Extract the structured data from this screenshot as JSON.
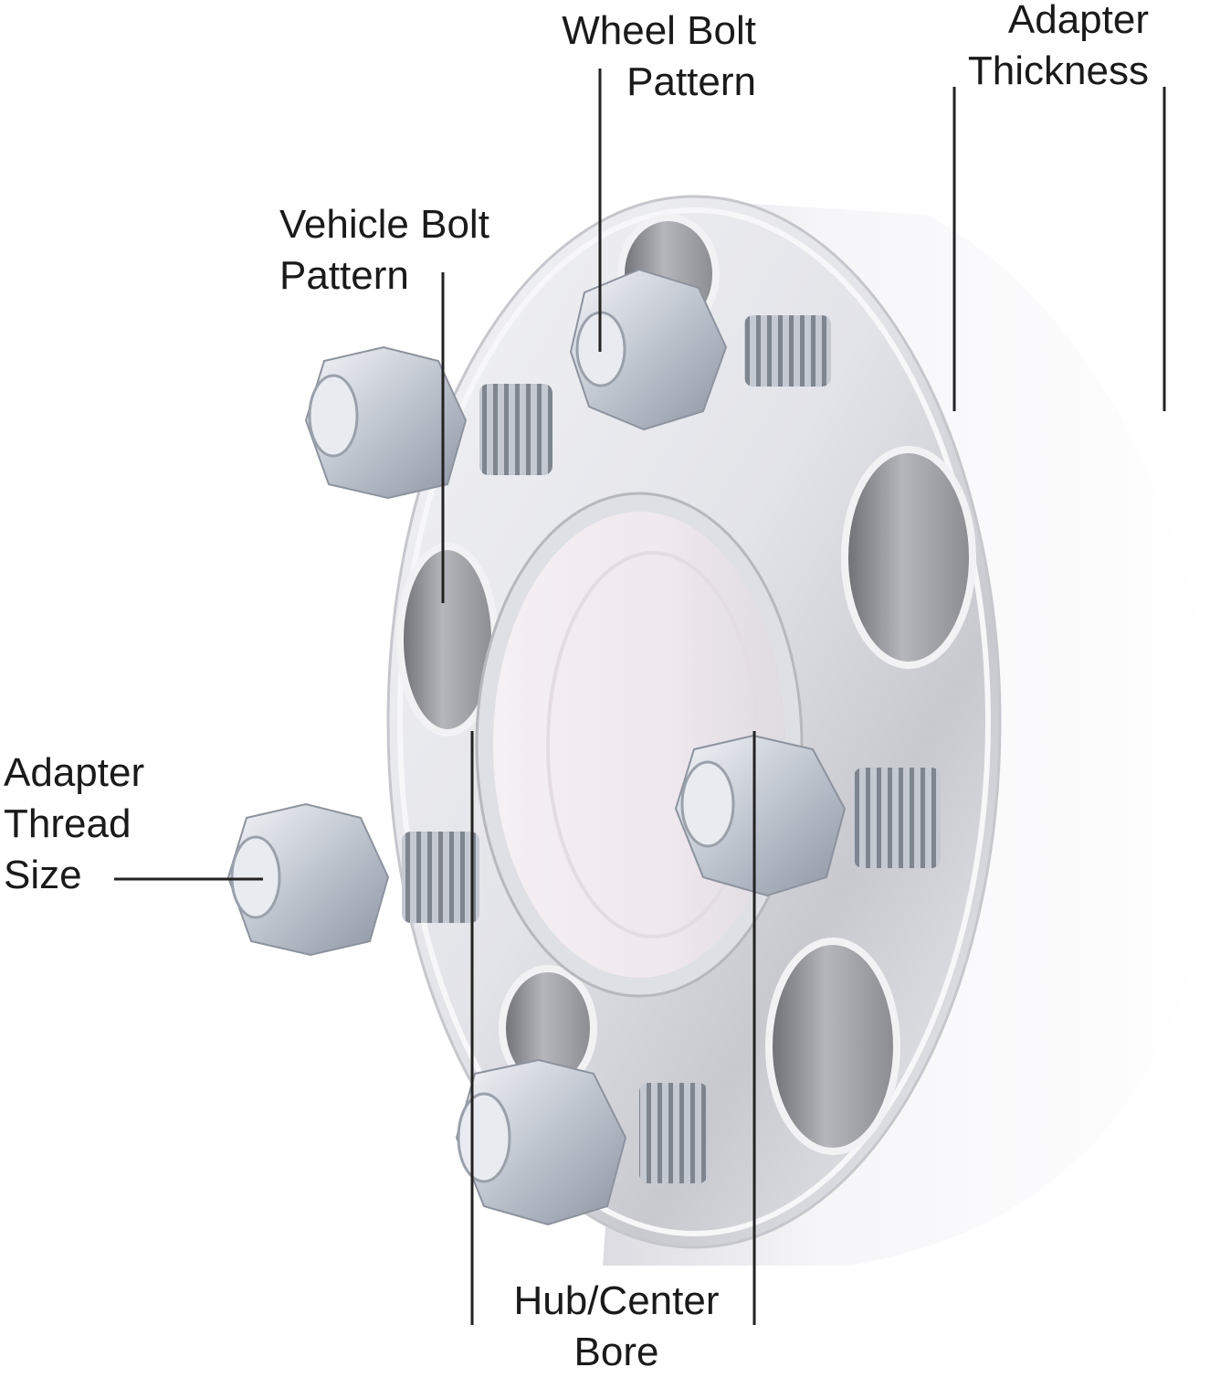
{
  "labels": {
    "wheel_bolt_pattern": [
      "Wheel Bolt",
      "Pattern"
    ],
    "adapter_thickness": [
      "Adapter",
      "Thickness"
    ],
    "vehicle_bolt_pattern": [
      "Vehicle Bolt",
      "Pattern"
    ],
    "adapter_thread_size": [
      "Adapter",
      "Thread",
      "Size"
    ],
    "hub_center_bore": [
      "Hub/Center",
      "Bore"
    ]
  },
  "colors": {
    "text": "#1a1a1a",
    "leader_line": "#222222",
    "aluminum_light": "#eeedf1",
    "aluminum_mid": "#cfd0d6",
    "aluminum_dark": "#8d8e94",
    "steel_bolt": "#c9ced6"
  },
  "icons": [
    "wheel-spacer-adapter",
    "lug-nut",
    "wheel-stud"
  ]
}
